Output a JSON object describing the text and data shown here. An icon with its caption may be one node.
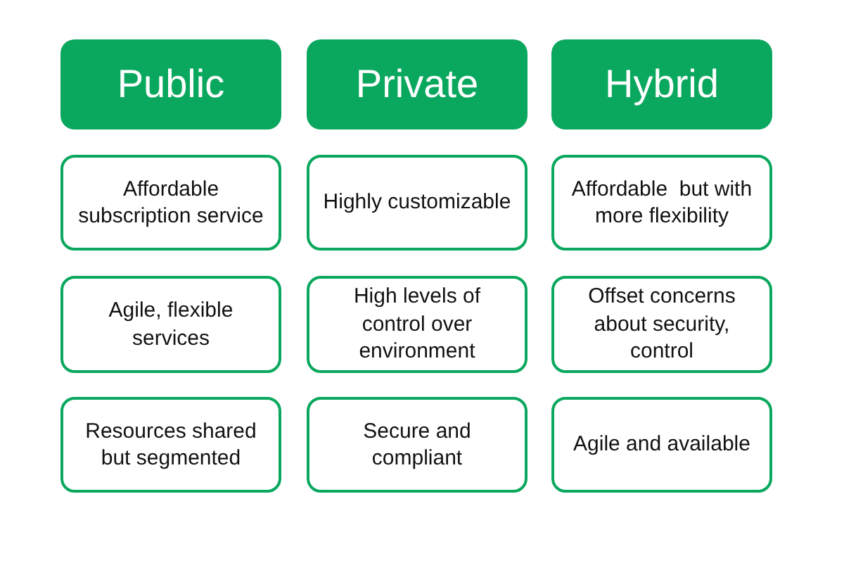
{
  "diagram": {
    "nodes": [
      {
        "text": [
          "Public"
        ]
      },
      {
        "text": [
          "Private"
        ]
      },
      {
        "text": [
          "Hybrid"
        ]
      },
      {
        "text": [
          "Affordable subscription service"
        ]
      },
      {
        "text": [
          "Highly customizable"
        ]
      },
      {
        "text": [
          "Affordable  but with more flexibility"
        ]
      },
      {
        "text": [
          "Agile, flexible services"
        ]
      },
      {
        "text": [
          "High levels of control over environment"
        ]
      },
      {
        "text": [
          "Offset concerns about security, control"
        ]
      },
      {
        "text": [
          "Resources shared but segmented"
        ]
      },
      {
        "text": [
          "Secure and compliant"
        ]
      },
      {
        "text": [
          "Agile and available"
        ]
      }
    ]
  }
}
